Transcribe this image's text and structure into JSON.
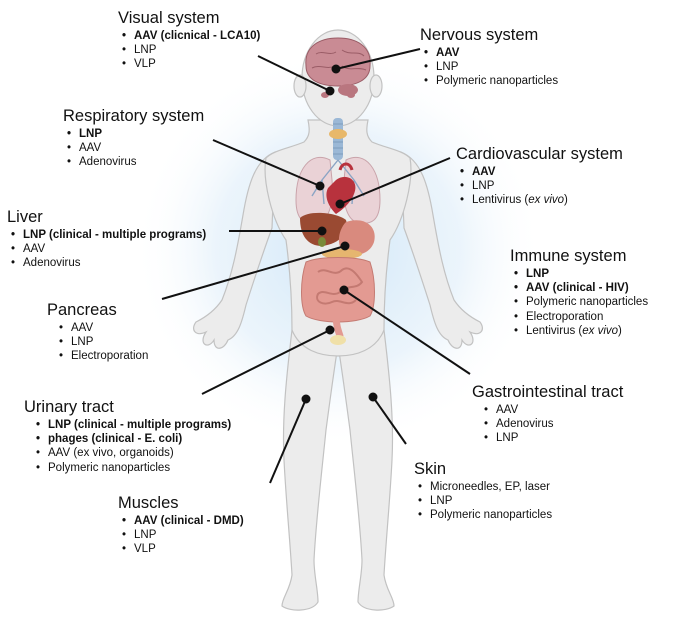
{
  "systems": [
    {
      "title": "Visual system",
      "items": [
        {
          "text": "AAV (clicnical - LCA10)",
          "bold": true
        },
        {
          "text": "LNP",
          "bold": false
        },
        {
          "text": "VLP",
          "bold": false
        }
      ]
    },
    {
      "title": "Nervous system",
      "items": [
        {
          "text": "AAV",
          "bold": true
        },
        {
          "text": "LNP",
          "bold": false
        },
        {
          "text": "Polymeric nanoparticles",
          "bold": false
        }
      ]
    },
    {
      "title": "Respiratory system",
      "items": [
        {
          "text": "LNP",
          "bold": true
        },
        {
          "text": "AAV",
          "bold": false
        },
        {
          "text": "Adenovirus",
          "bold": false
        }
      ]
    },
    {
      "title": "Cardiovascular system",
      "items": [
        {
          "text": "AAV",
          "bold": true
        },
        {
          "text": "LNP",
          "bold": false
        },
        {
          "text": "Lentivirus (",
          "italic": "ex vivo",
          "suffix": ")",
          "bold": false
        }
      ]
    },
    {
      "title": "Liver",
      "items": [
        {
          "text": "LNP (clinical - multiple programs)",
          "bold": true
        },
        {
          "text": "AAV",
          "bold": false
        },
        {
          "text": "Adenovirus",
          "bold": false
        }
      ]
    },
    {
      "title": "Immune system",
      "items": [
        {
          "text": "LNP",
          "bold": true
        },
        {
          "text": "AAV (clinical - HIV)",
          "bold": true
        },
        {
          "text": "Polymeric nanoparticles",
          "bold": false
        },
        {
          "text": "Electroporation",
          "bold": false
        },
        {
          "text": "Lentivirus (",
          "italic": "ex vivo",
          "suffix": ")",
          "bold": false
        }
      ]
    },
    {
      "title": "Pancreas",
      "items": [
        {
          "text": "AAV",
          "bold": false
        },
        {
          "text": "LNP",
          "bold": false
        },
        {
          "text": "Electroporation",
          "bold": false
        }
      ]
    },
    {
      "title": "Urinary tract",
      "items": [
        {
          "text": "LNP (clinical - multiple programs)",
          "bold": true
        },
        {
          "text": "phages (clinical - E. coli)",
          "bold": true
        },
        {
          "text": "AAV (ex vivo, organoids)",
          "bold": false
        },
        {
          "text": "Polymeric nanoparticles",
          "bold": false
        }
      ]
    },
    {
      "title": "Gastrointestinal tract",
      "items": [
        {
          "text": "AAV",
          "bold": false
        },
        {
          "text": "Adenovirus",
          "bold": false
        },
        {
          "text": "LNP",
          "bold": false
        }
      ]
    },
    {
      "title": "Skin",
      "items": [
        {
          "text": "Microneedles, EP, laser",
          "bold": false
        },
        {
          "text": "LNP",
          "bold": false
        },
        {
          "text": "Polymeric nanoparticles",
          "bold": false
        }
      ]
    },
    {
      "title": "Muscles",
      "items": [
        {
          "text": "AAV (clinical - DMD)",
          "bold": true
        },
        {
          "text": "LNP",
          "bold": false
        },
        {
          "text": "VLP",
          "bold": false
        }
      ]
    }
  ],
  "colors": {
    "body_fill": "#ececec",
    "body_outline": "#c2c2c2",
    "glow": "#cfe6f7",
    "brain": "#c98b94",
    "lungs": "#ead2d6",
    "heart": "#b8323d",
    "liver": "#9a4a32",
    "stomach": "#d98a7e",
    "intestine": "#e39a92",
    "trachea": "#9bb8d6",
    "thyroid": "#e8b86a",
    "pointer": "#111111"
  }
}
